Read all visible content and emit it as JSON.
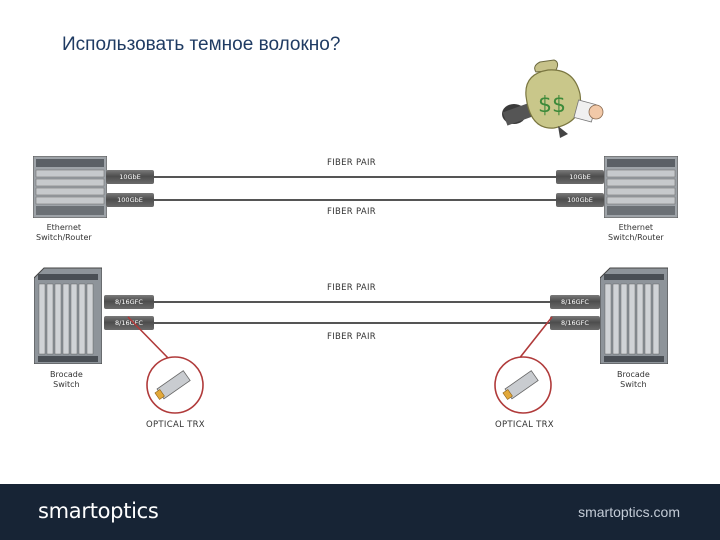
{
  "title": "Использовать темное волокно?",
  "money_symbol": "$$",
  "fiber_labels": [
    "FIBER PAIR",
    "FIBER PAIR",
    "FIBER PAIR",
    "FIBER PAIR"
  ],
  "ethernet": {
    "left_label": "Ethernet\nSwitch/Router",
    "right_label": "Ethernet\nSwitch/Router",
    "cables": [
      {
        "left": "10GbE",
        "right": "10GbE"
      },
      {
        "left": "100GbE",
        "right": "100GbE"
      }
    ]
  },
  "brocade": {
    "left_label": "Brocade\nSwitch",
    "right_label": "Brocade\nSwitch",
    "cables": [
      {
        "left": "8/16GFC",
        "right": "8/16GFC"
      },
      {
        "left": "8/16GFC",
        "right": "8/16GFC"
      }
    ]
  },
  "optical_trx": [
    "OPTICAL TRX",
    "OPTICAL TRX"
  ],
  "footer": {
    "logo": "smartoptics",
    "url": "smartoptics.com"
  },
  "colors": {
    "footer_bg": "#172435",
    "title": "#1f3b63",
    "callout": "#b03a3a"
  }
}
